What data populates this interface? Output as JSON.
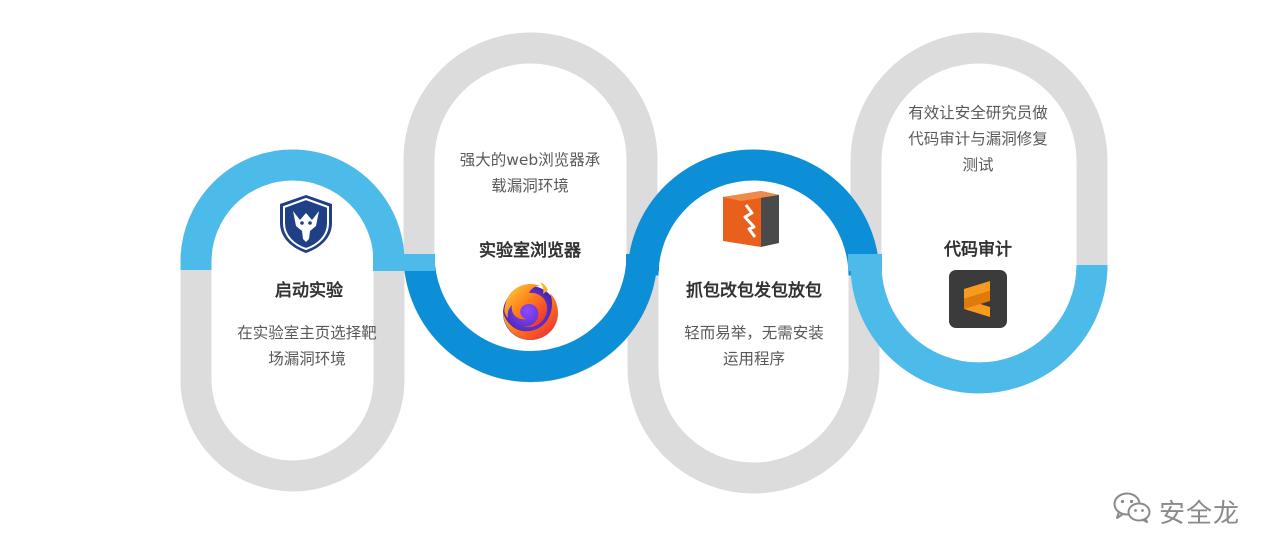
{
  "colors": {
    "gray_track": "#dcdcdc",
    "light_blue": "#4dbbe9",
    "dark_blue": "#0d8fd8",
    "title_text": "#333333",
    "body_text": "#595959"
  },
  "steps": [
    {
      "title": "启动实验",
      "description": "在实验室主页选择靶\n场漏洞环境",
      "icon": "shield-dragon-icon"
    },
    {
      "title": "实验室浏览器",
      "description": "强大的web浏览器承\n载漏洞环境",
      "icon": "firefox-icon"
    },
    {
      "title": "抓包改包发包放包",
      "description": "轻而易举，无需安装\n运用程序",
      "icon": "burpsuite-icon"
    },
    {
      "title": "代码审计",
      "description": "有效让安全研究员做\n代码审计与漏洞修复\n测试",
      "icon": "sublime-text-icon"
    }
  ],
  "watermark": {
    "text": "安全龙",
    "icon": "wechat-icon"
  }
}
